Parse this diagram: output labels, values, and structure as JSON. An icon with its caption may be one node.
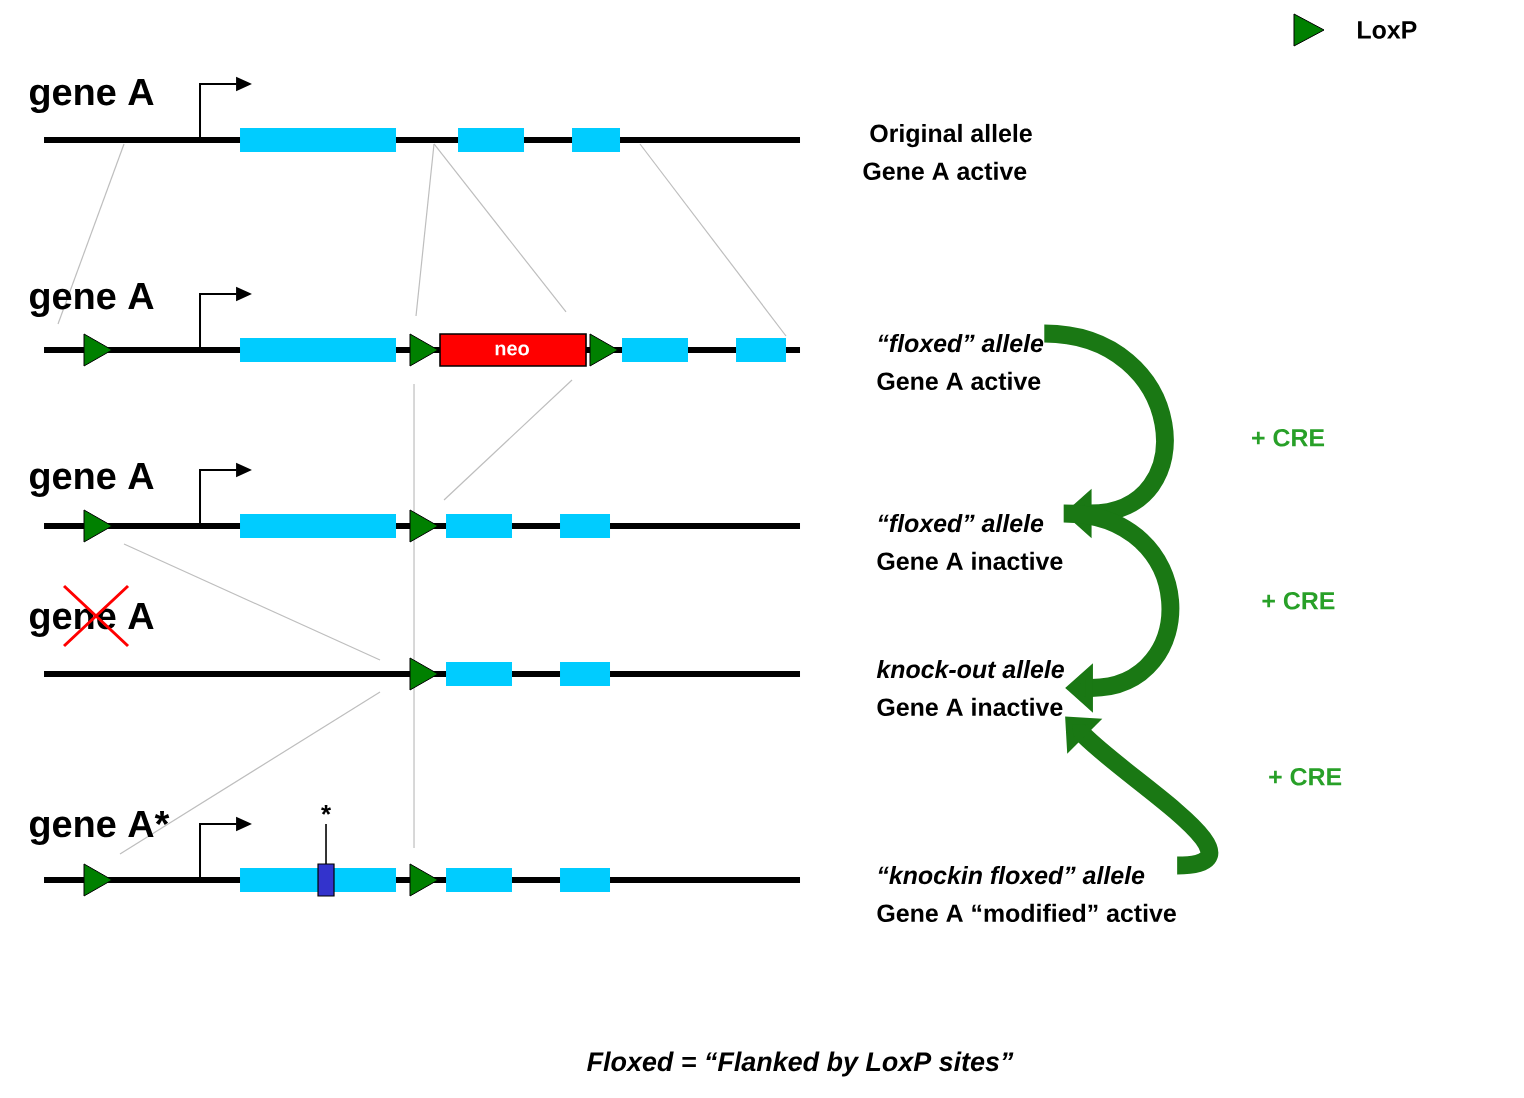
{
  "diagram": {
    "caption": "Floxed = “Flanked by LoxP sites”",
    "nodes": [
      {
        "text": [
          "Original allele",
          "Gene A active"
        ]
      },
      {
        "text": [
          "“floxed” allele",
          "Gene A active"
        ]
      },
      {
        "text": [
          "“floxed” allele",
          "Gene A inactive"
        ]
      },
      {
        "text": [
          "knock-out allele",
          "Gene A inactive"
        ]
      },
      {
        "text": [
          "“knockin floxed” allele",
          "Gene A “modified” active"
        ]
      }
    ],
    "edges": [
      {
        "from": 1,
        "to": 2,
        "arrow": "to",
        "label": "+ CRE"
      },
      {
        "from": 2,
        "to": 3,
        "arrow": "to",
        "label": "+ CRE"
      },
      {
        "from": 4,
        "to": 3,
        "arrow": "to",
        "label": "+ CRE"
      }
    ],
    "labels": [
      "gene A",
      "gene A",
      "gene A",
      "gene A",
      "gene A*",
      "neo",
      "*"
    ],
    "legend": [
      {
        "text": "LoxP"
      }
    ]
  }
}
